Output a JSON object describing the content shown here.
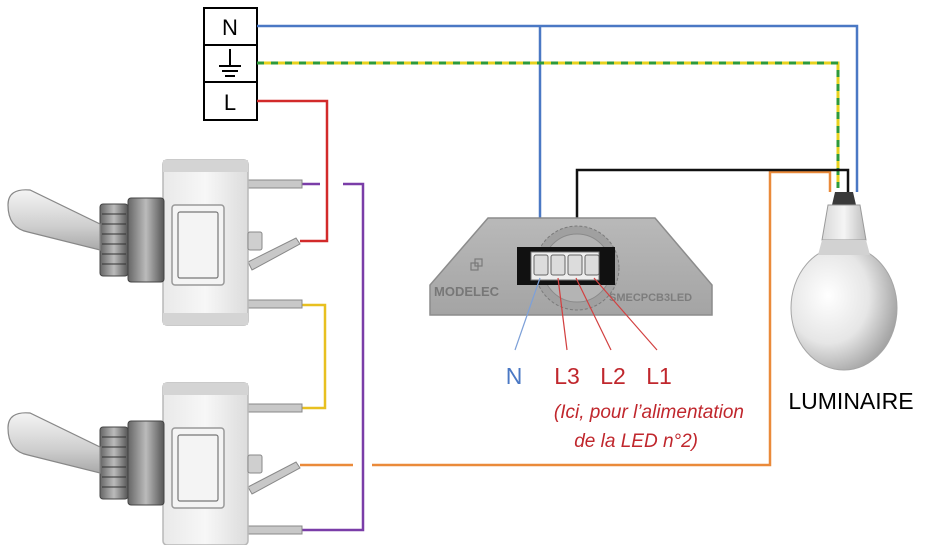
{
  "terminals": [
    {
      "label": "N"
    },
    {
      "label": "",
      "icon": "ground-icon"
    },
    {
      "label": "L"
    }
  ],
  "module": {
    "brand": "MODELEC",
    "ref": "SMECPCB3LED",
    "pin_labels": [
      "N",
      "L3",
      "L2",
      "L1"
    ],
    "note_line1": "(Ici, pour l’alimentation",
    "note_line2": "de la LED n°2)"
  },
  "luminaire": {
    "label": "LUMINAIRE"
  },
  "colors": {
    "neutral": "#4a78c4",
    "earth_green": "#2e9a3a",
    "earth_yellow": "#e8d21e",
    "live": "#d22a2a",
    "traveller": "#7a3da8",
    "traveller2": "#e8c020",
    "load": "#ea8a3a",
    "module_out": "#111111",
    "note": "#c0272d"
  }
}
